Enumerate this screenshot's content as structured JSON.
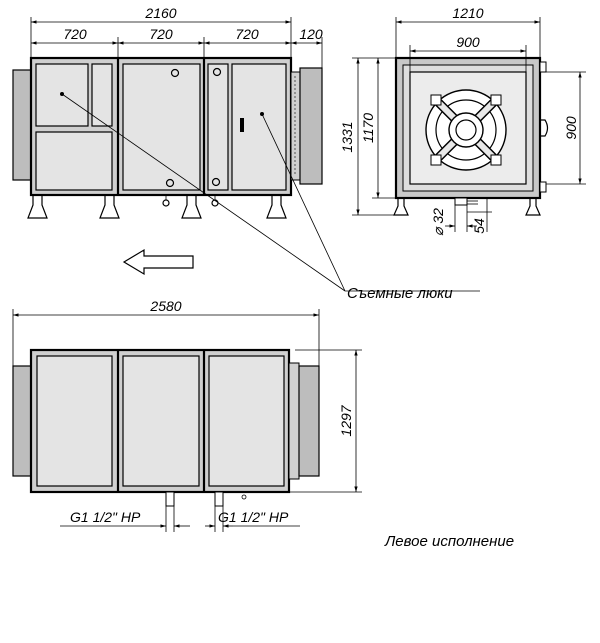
{
  "dimensions": {
    "top_total": "2160",
    "top_seg1": "720",
    "top_seg2": "720",
    "top_seg3": "720",
    "top_flange": "120",
    "side_width": "1210",
    "side_inner": "900",
    "side_h_outer": "1331",
    "side_h_body": "1170",
    "side_h_inner": "900",
    "drain_d": "⌀ 32",
    "drain_offset": "54",
    "bottom_total": "2580",
    "bottom_height": "1297",
    "pipe_left": "G1 1/2\" HP",
    "pipe_right": "G1 1/2\" HP"
  },
  "labels": {
    "hatches": "Съемные люки",
    "variant": "Левое исполнение"
  }
}
